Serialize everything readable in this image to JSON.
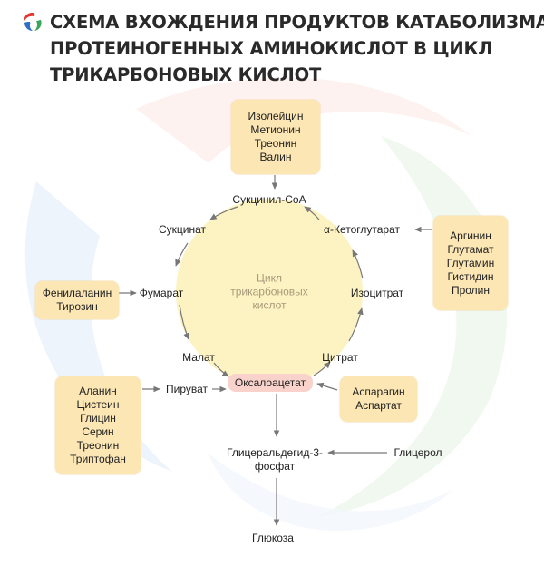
{
  "title_lines": [
    "СХЕМА ВХОЖДЕНИЯ ПРОДУКТОВ КАТАБОЛИЗМА",
    "ПРОТЕИНОГЕННЫХ АМИНОКИСЛОТ В ЦИКЛ",
    "ТРИКАРБОНОВЫХ КИСЛОТ"
  ],
  "colors": {
    "box_fill": "#fbe6b4",
    "cycle_fill": "#fdf3c2",
    "oxaloacetate_fill": "#f9d3cb",
    "arrow": "#777777",
    "logo": [
      "#e3342f",
      "#2f6fc9",
      "#3aa55b"
    ]
  },
  "logo_icon": "three-swirl-logo",
  "cycle": {
    "center_lines": [
      "Цикл",
      "трикарбоновых",
      "кислот"
    ],
    "succinyl_coa": "Сукцинил-CoA",
    "succinate": "Сукцинат",
    "alpha_ketoglutarate": "α-Кетоглутарат",
    "fumarate": "Фумарат",
    "isocitrate": "Изоцитрат",
    "malate": "Малат",
    "citrate": "Цитрат",
    "oxaloacetate": "Оксалоацетат"
  },
  "inputs": {
    "top_group": [
      "Изолейцин",
      "Метионин",
      "Треонин",
      "Валин"
    ],
    "right_group": [
      "Аргинин",
      "Глутамат",
      "Глутамин",
      "Гистидин",
      "Пролин"
    ],
    "left_group": [
      "Фенилаланин",
      "Тирозин"
    ],
    "bottom_left_group": [
      "Аланин",
      "Цистеин",
      "Глицин",
      "Серин",
      "Треонин",
      "Триптофан"
    ],
    "asp_group": [
      "Аспарагин",
      "Аспартат"
    ],
    "pyruvate": "Пируват"
  },
  "gluconeogenesis": {
    "gap_lines": [
      "Глицеральдегид-3-",
      "фосфат"
    ],
    "glycerol": "Глицерол",
    "glucose": "Глюкоза"
  }
}
